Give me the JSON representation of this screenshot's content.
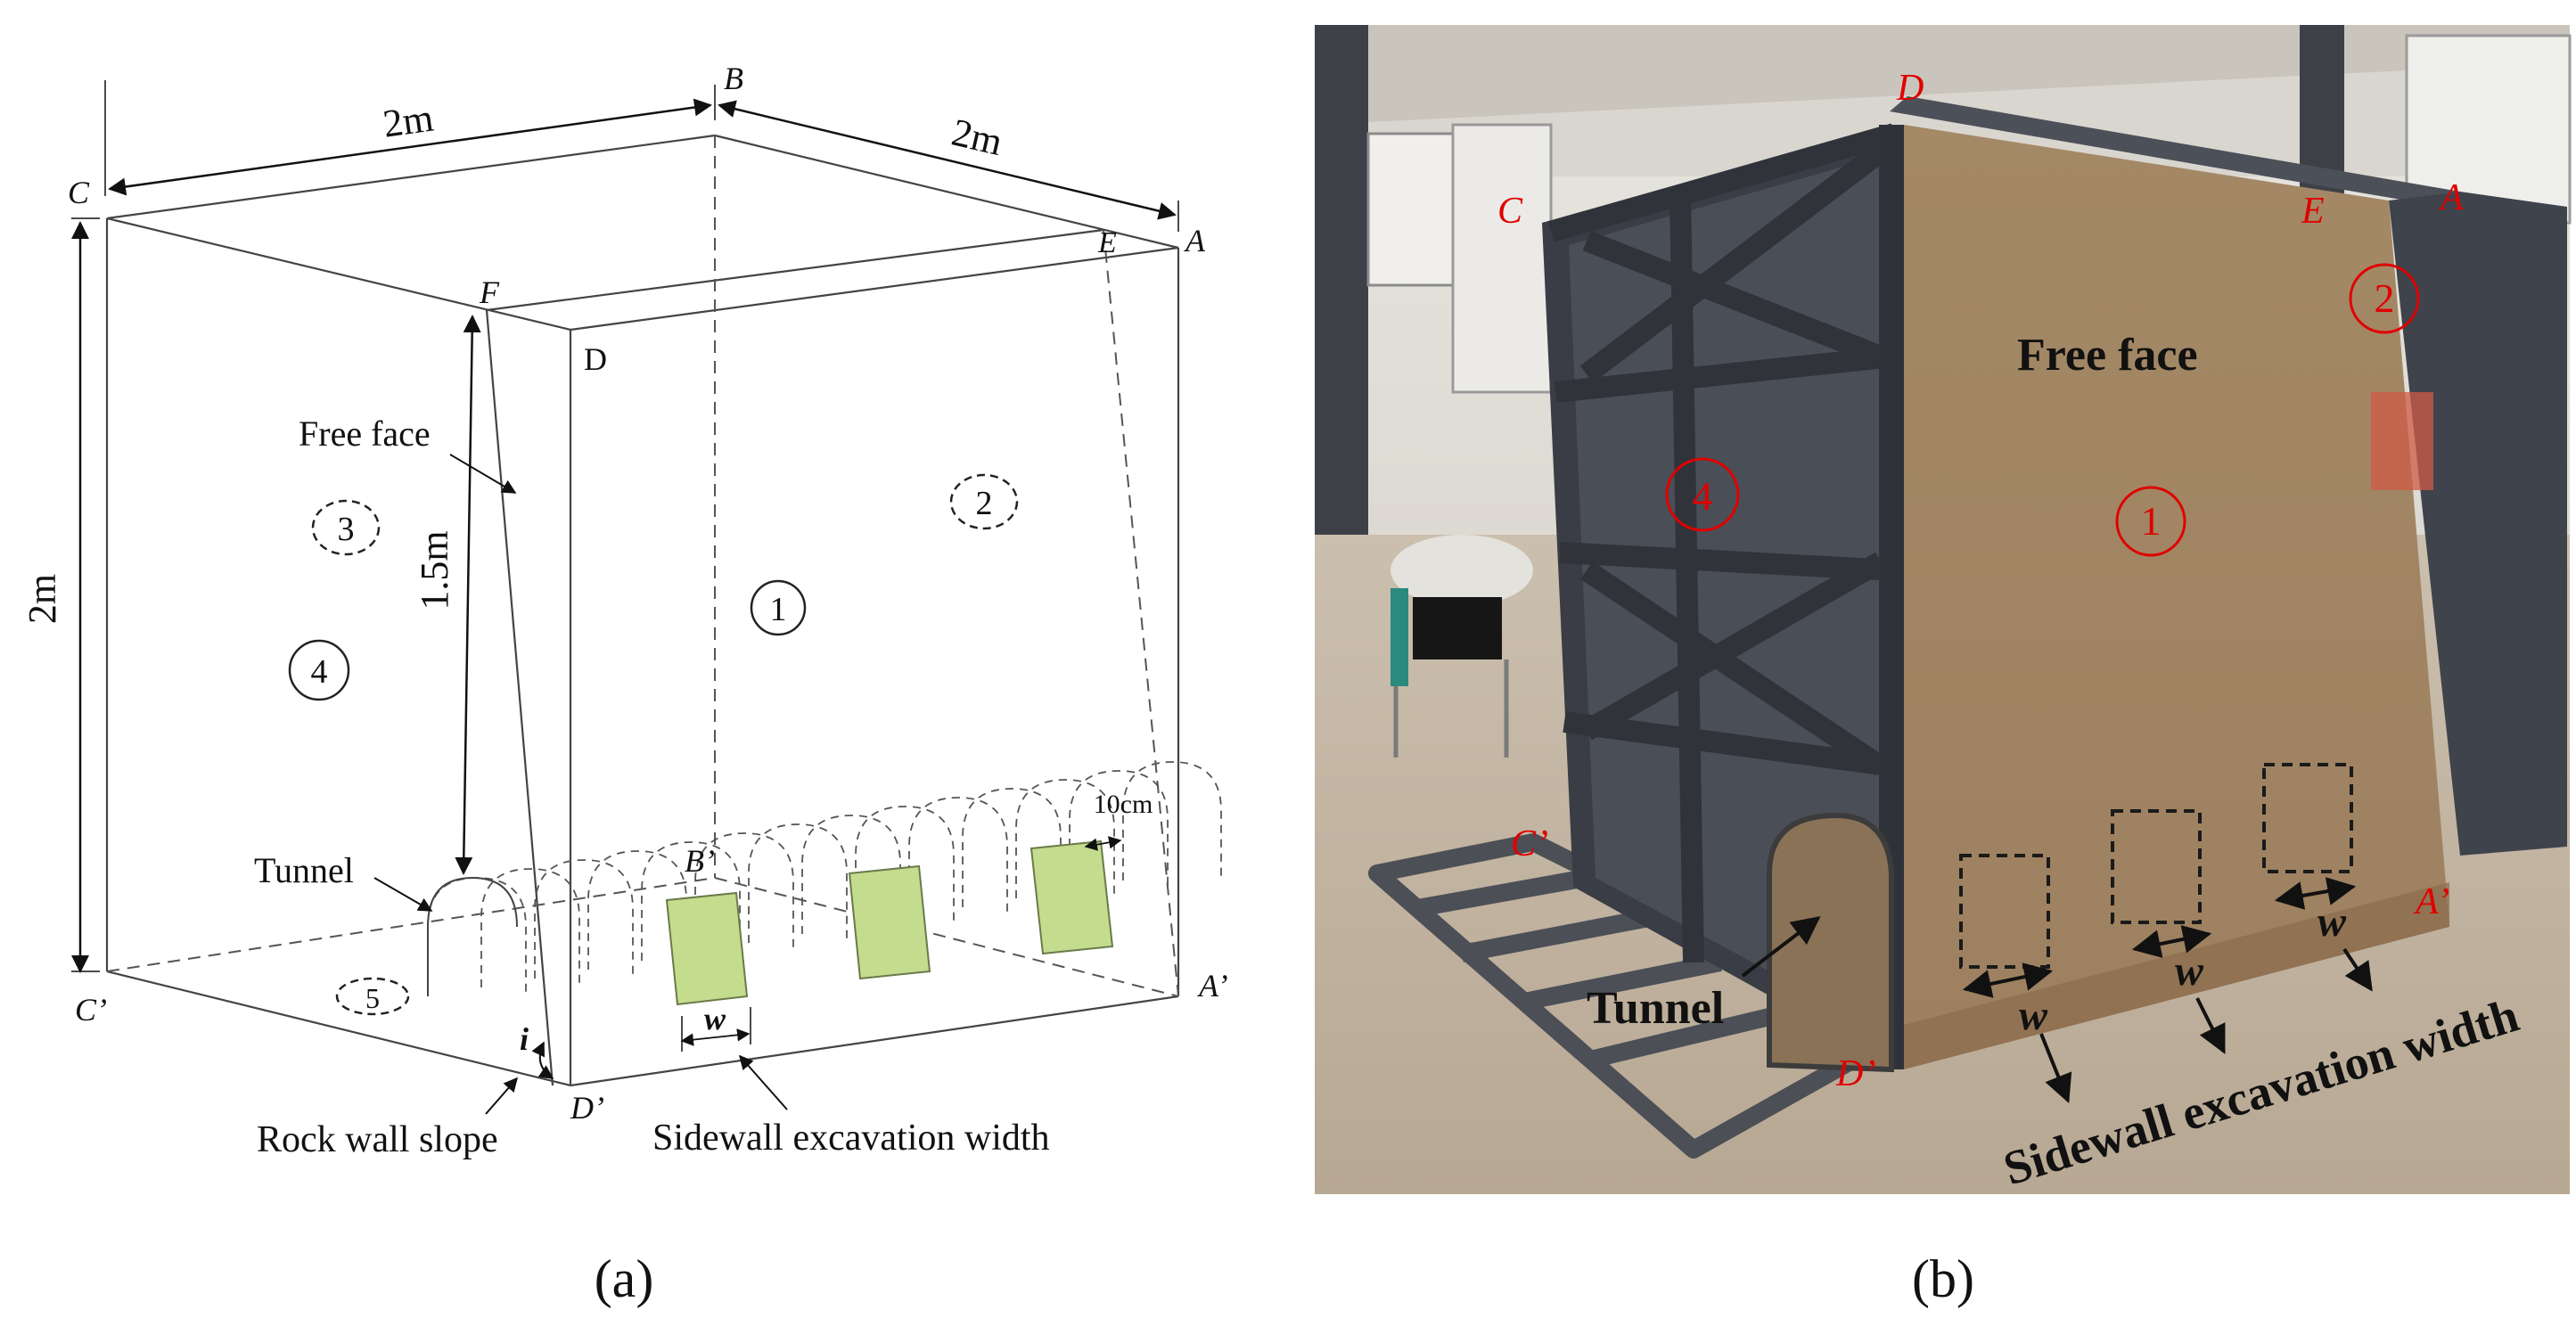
{
  "panel_a": {
    "dims": {
      "top_left": "2m",
      "top_right": "2m",
      "height": "2m",
      "face_height": "1.5m",
      "tunnel_spacing": "10cm"
    },
    "points": {
      "A": "A",
      "A_prime": "A’",
      "B": "B",
      "B_prime": "B’",
      "C": "C",
      "C_prime": "C’",
      "D": "D",
      "D_prime": "D’",
      "E": "E",
      "F": "F"
    },
    "regions": {
      "r1": "1",
      "r2": "2",
      "r3": "3",
      "r4": "4",
      "r5": "5"
    },
    "labels": {
      "free_face": "Free face",
      "tunnel": "Tunnel",
      "rock_wall_slope": "Rock wall slope",
      "sidewall": "Sidewall excavation width",
      "w": "w",
      "i": "i"
    },
    "caption": "(a)"
  },
  "panel_b": {
    "points": {
      "A": "A",
      "A_prime": "A’",
      "C": "C",
      "C_prime": "C’",
      "D": "D",
      "D_prime": "D’",
      "E": "E"
    },
    "regions": {
      "r1": "1",
      "r2": "2",
      "r4": "4"
    },
    "labels": {
      "free_face": "Free face",
      "tunnel": "Tunnel",
      "sidewall": "Sidewall excavation width",
      "w": "w"
    },
    "caption": "(b)"
  },
  "colors": {
    "line": "#333333",
    "label_red": "#e00000",
    "sidewall_fill": "#c4dc8e",
    "photo_wall": "#a58a64",
    "frame_steel": "#45484f"
  }
}
